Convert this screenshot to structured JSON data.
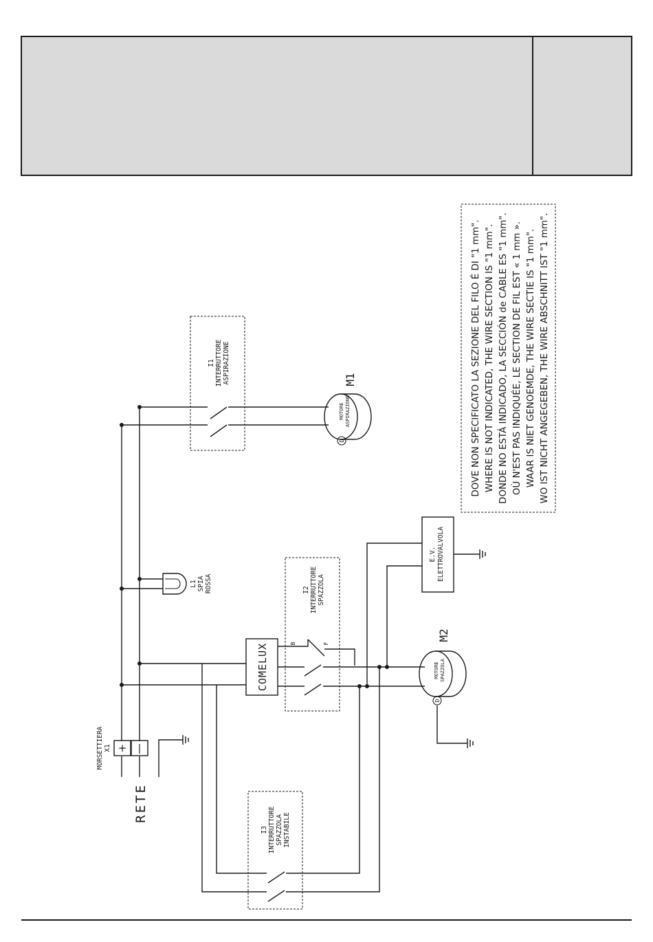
{
  "supply": {
    "label": "RETE",
    "terminal_block": {
      "name": "MORSETTIERA",
      "id": "X1",
      "plus": "+",
      "minus": "|"
    }
  },
  "indicator": {
    "id": "L1",
    "line1": "SPIA",
    "line2": "ROSSA"
  },
  "switch_i1": {
    "id": "I1",
    "line1": "INTERRUTTORE",
    "line2": "ASPIRAZIONE"
  },
  "motor_m1": {
    "id": "M1",
    "line1": "MOTORE",
    "line2": "ASPIRAZIONE",
    "symbol": "D"
  },
  "comelux": {
    "label": "COMELUX"
  },
  "switch_i2": {
    "id": "I2",
    "line1": "INTERRUTTORE",
    "line2": "SPAZZOLA",
    "contact_b": "B",
    "contact_f": "F"
  },
  "solenoid_valve": {
    "line1": "E.V.",
    "line2": "ELETTROVALVOLA"
  },
  "motor_m2": {
    "id": "M2",
    "line1": "MOTORE",
    "line2": "SPAZZOLA",
    "symbol": "D"
  },
  "switch_i3": {
    "id": "I3",
    "line1": "INTERRUTTORE",
    "line2": "SPAZZOLA",
    "line3": "INSTABILE"
  },
  "wire_note": {
    "lines": [
      "DOVE NON SPECIFICATO LA SEZIONE DEL FILO É DI \"1 mm\".",
      "WHERE IS NOT INDICATED, THE WIRE SECTION  IS \"1 mm\".",
      "DONDE NO ESTÁ INDICADO, LA SECCIÓN de CABLE ES \"1 mm\".",
      "OÙ N'EST PAS INDIQUÉE, LE SECTION DE FIL EST « 1 mm ».",
      "WAAR IS NIET GENOEMDE, THE WIRE SECTIE IS \"1 mm\".",
      "WO IST NICHT ANGEGEBEN, THE WIRE ABSCHNITT IST \"1 mm\"."
    ]
  }
}
